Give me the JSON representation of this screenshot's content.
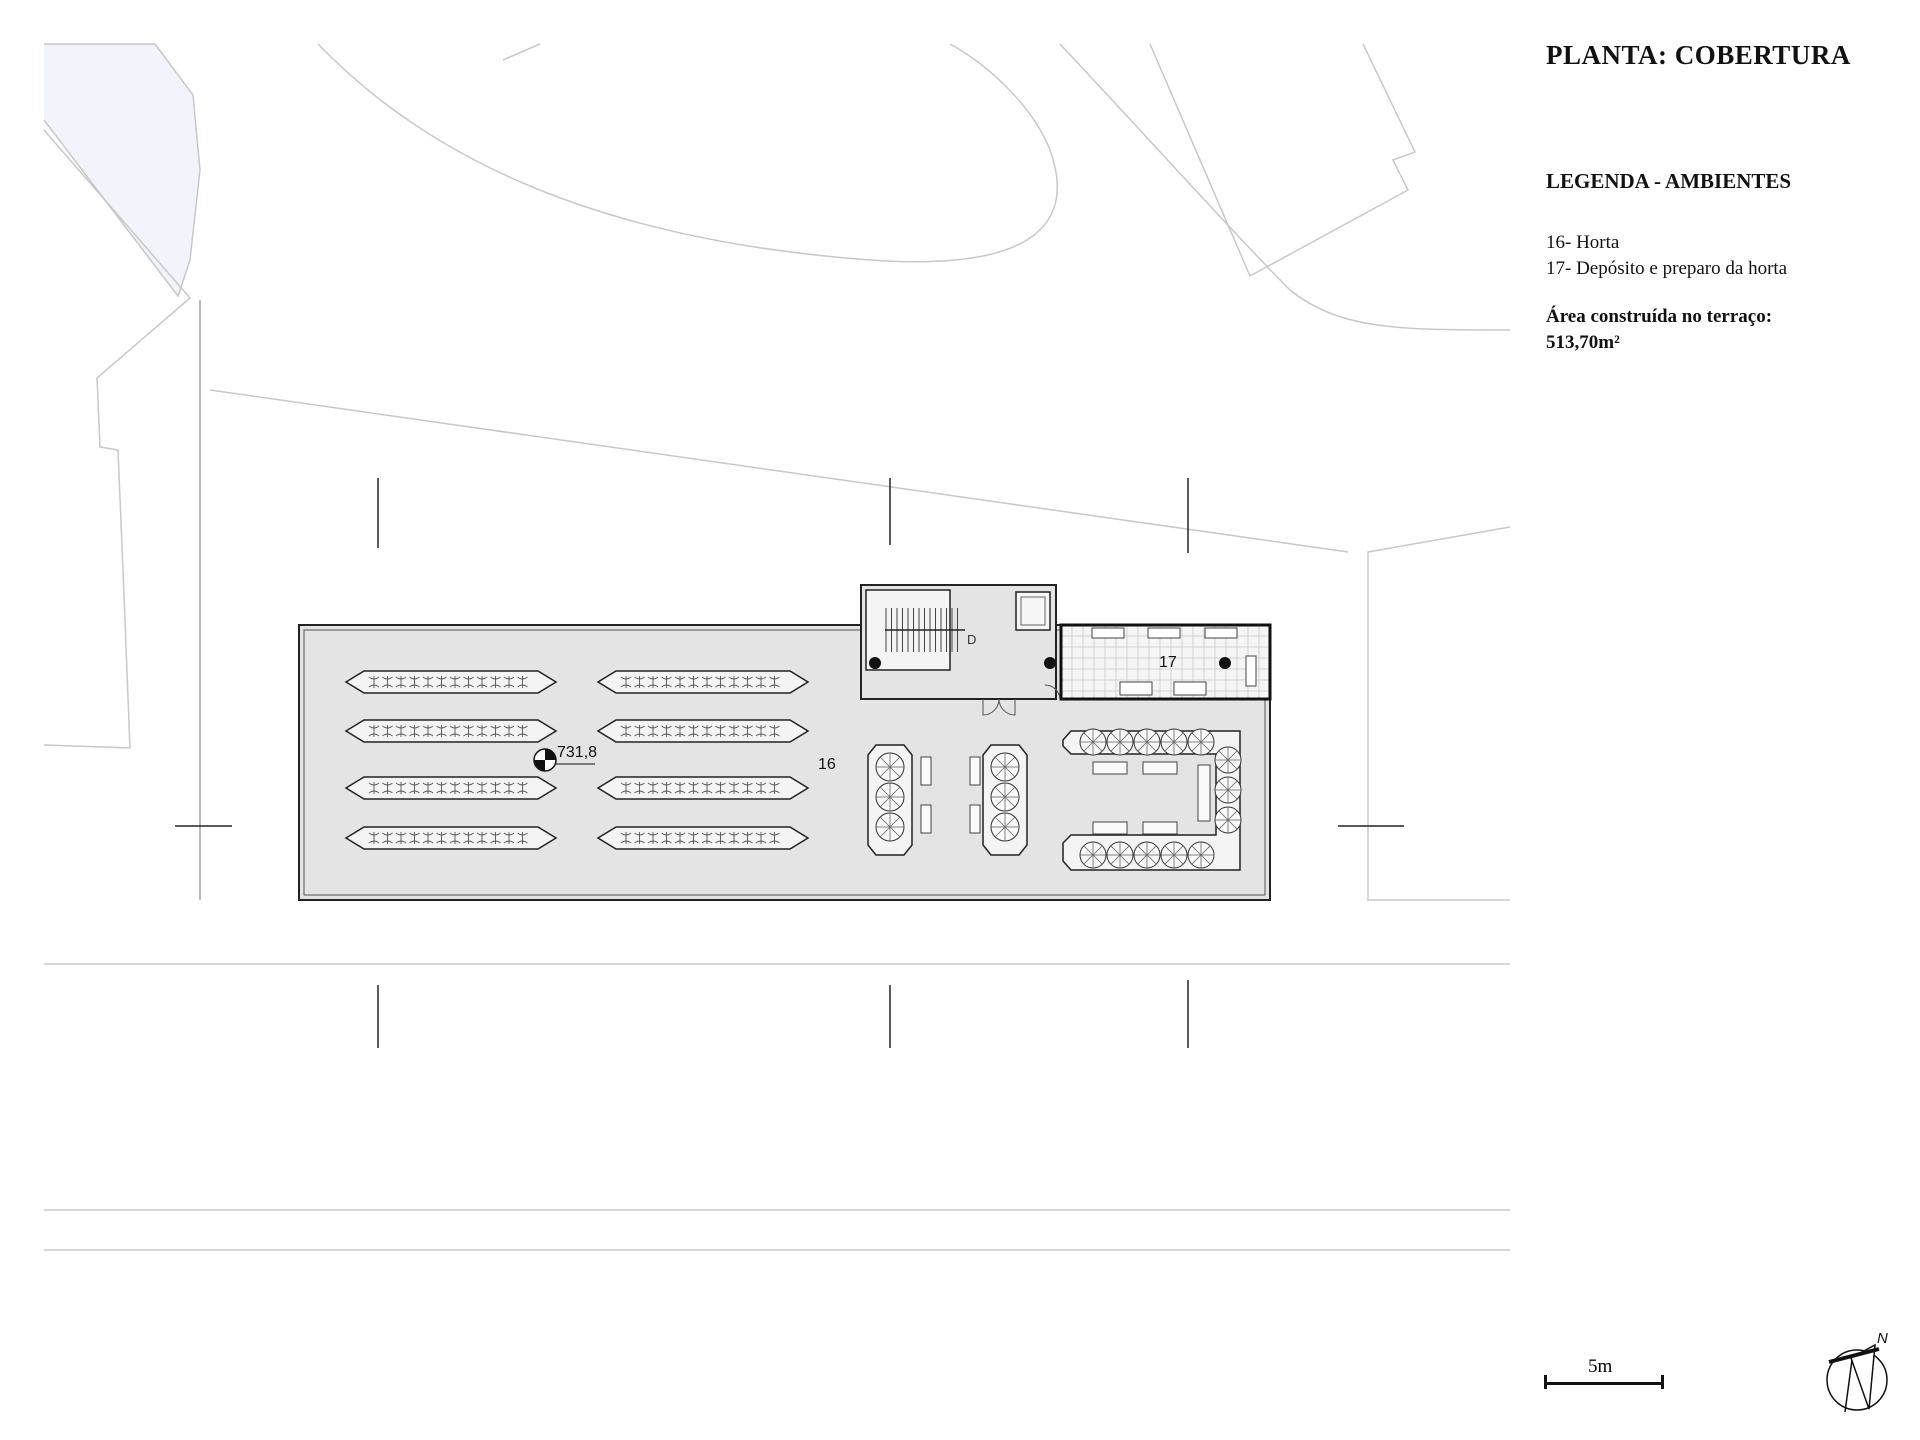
{
  "legend": {
    "title": "PLANTA: COBERTURA",
    "subtitle": "LEGENDA - AMBIENTES",
    "items": [
      "16- Horta",
      "17- Depósito e preparo da horta"
    ],
    "area_label": "Área construída no terraço:",
    "area_value": "513,70m²"
  },
  "plan": {
    "room_16": "16",
    "room_17": "17",
    "door_label": "D",
    "level": "731,8"
  },
  "scale_bar": {
    "label": "5m"
  },
  "north": {
    "label": "N"
  },
  "colors": {
    "roof": "#e4e4e4",
    "tile": "#dcdcdc",
    "context_line": "#c8c8c8",
    "ink": "#111111"
  }
}
